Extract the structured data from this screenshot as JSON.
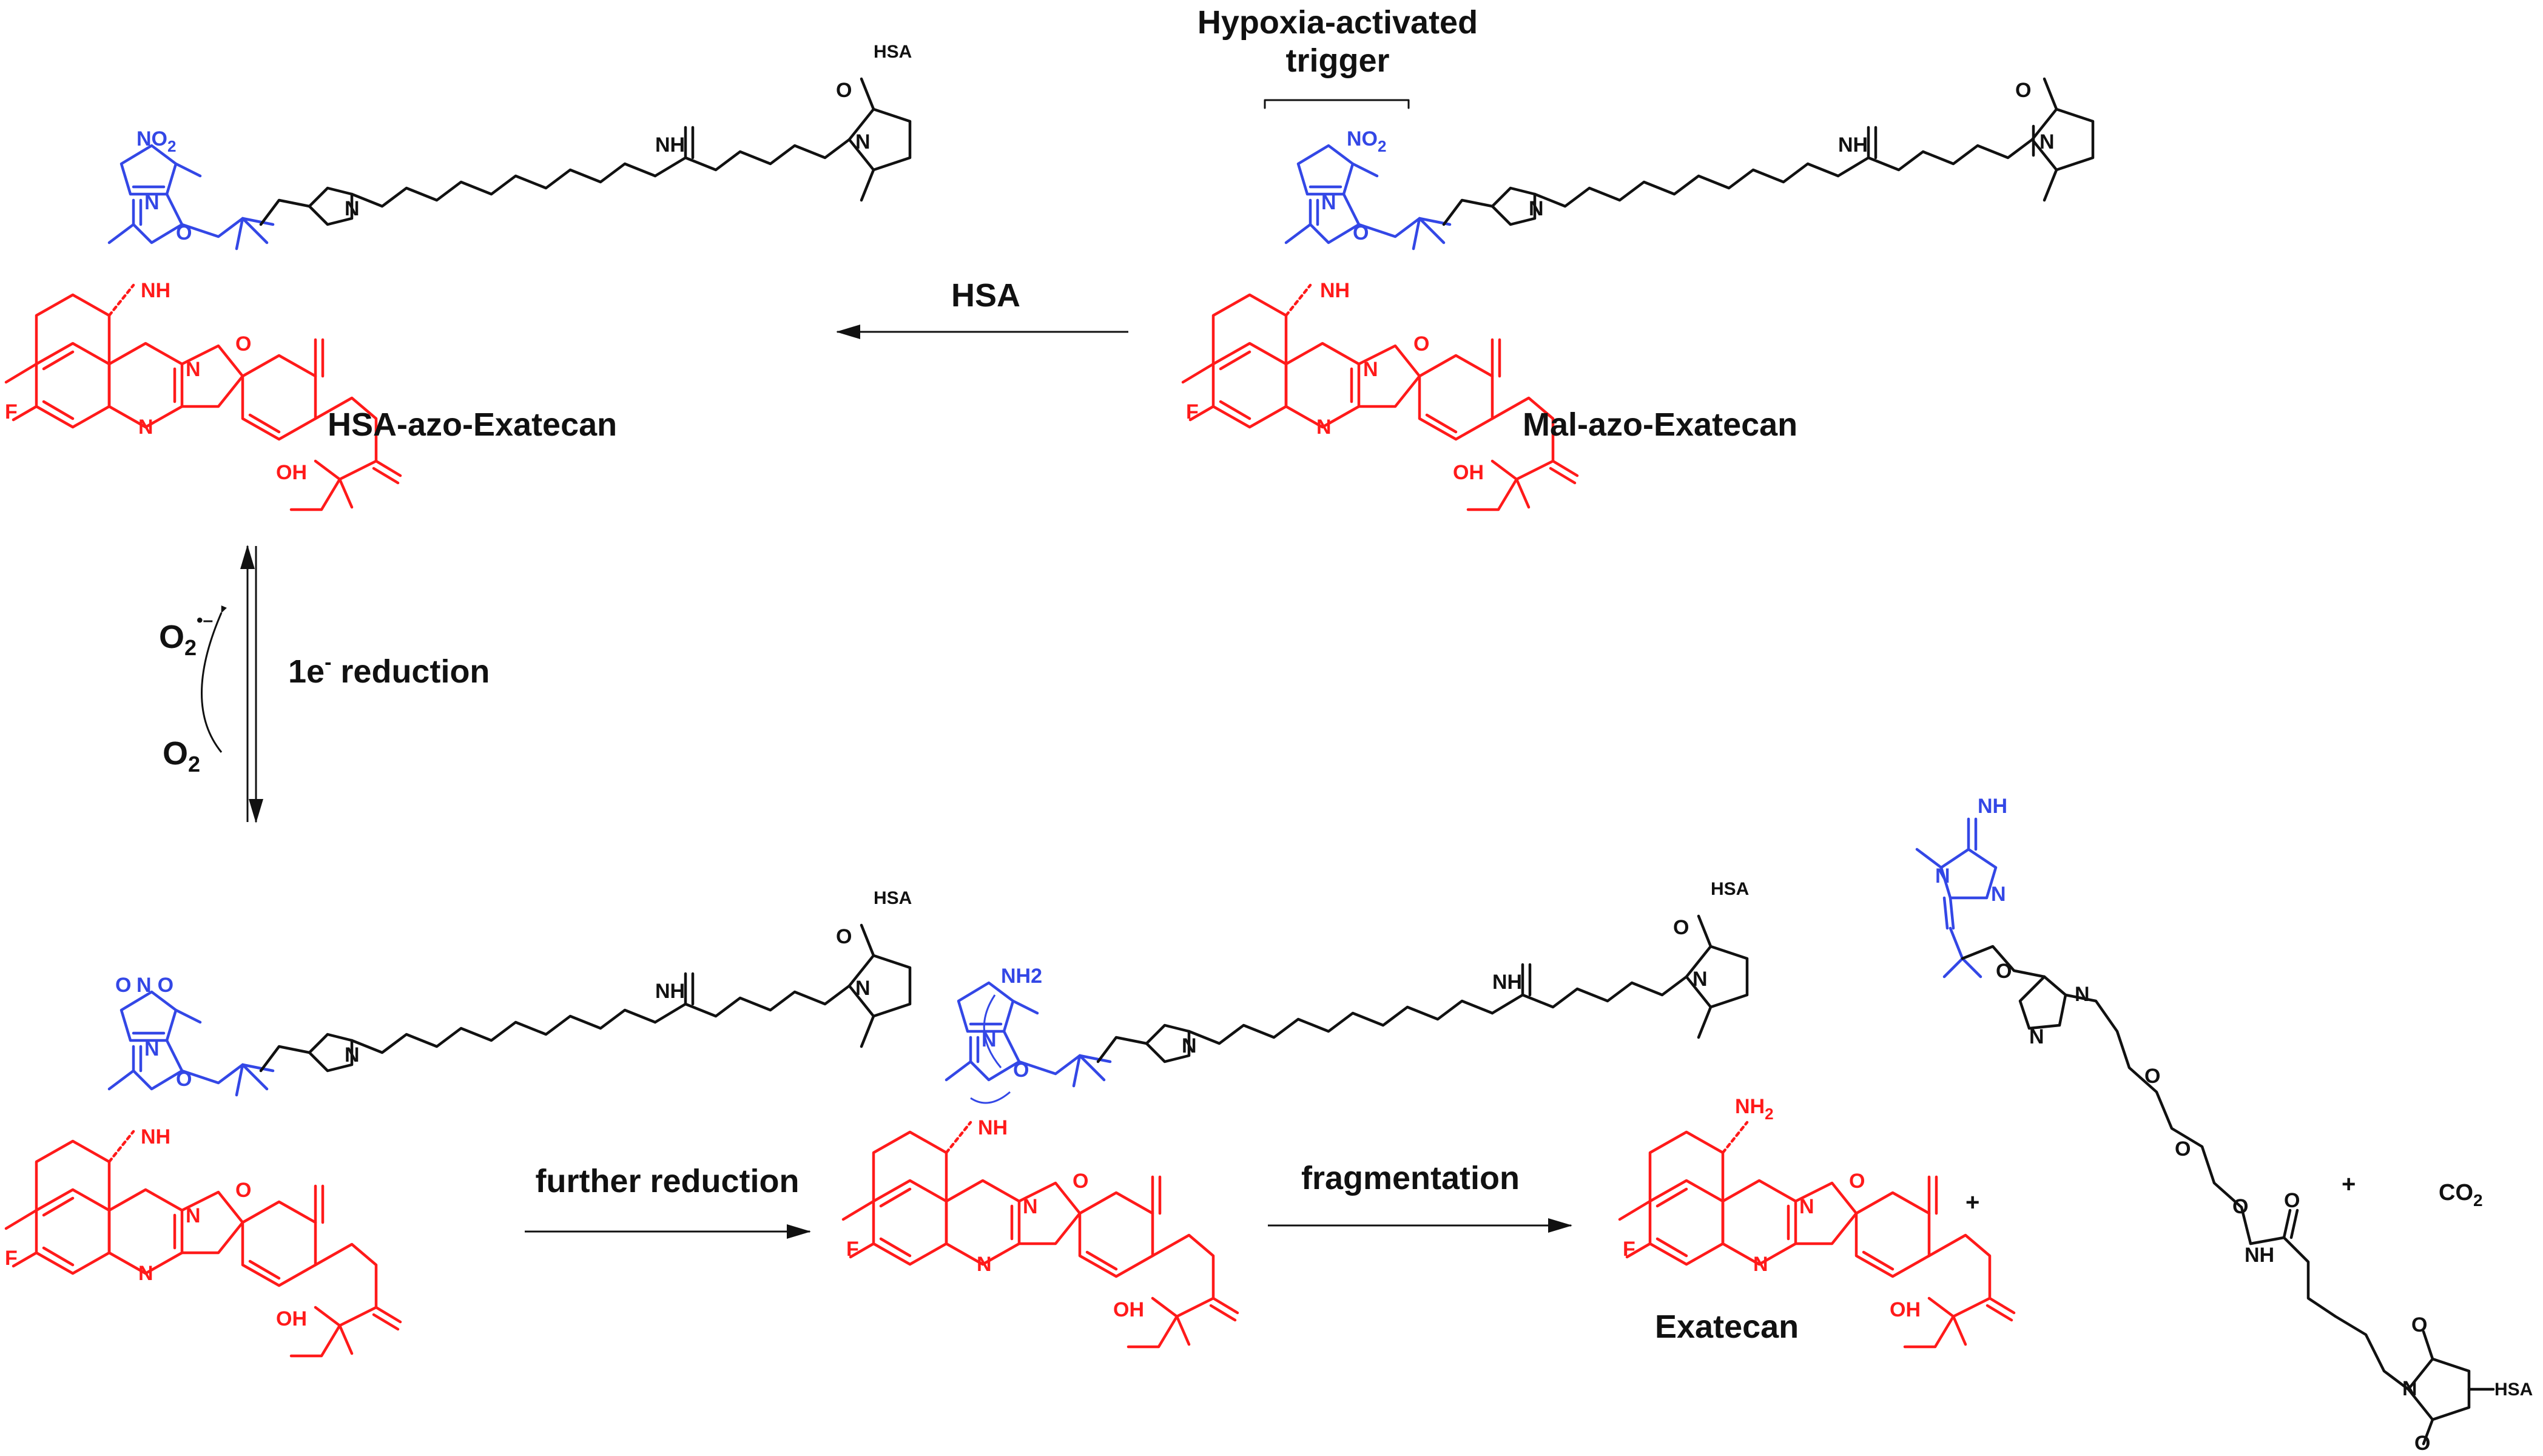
{
  "labels": {
    "trigger_line1": "Hypoxia-activated",
    "trigger_line2": "trigger",
    "hsa_arrow": "HSA",
    "hsa_azo": "HSA-azo-Exatecan",
    "mal_azo": "Mal-azo-Exatecan",
    "reduction": "1e",
    "reduction_sup": "-",
    "reduction_rest": " reduction",
    "o2_radical": "O",
    "o2_radical_sub": "2",
    "o2_radical_sup": "•–",
    "o2": "O",
    "o2_sub": "2",
    "further_reduction": "further reduction",
    "fragmentation": "fragmentation",
    "exatecan": "Exatecan",
    "plus": "+",
    "co2": "CO",
    "co2_sub": "2"
  },
  "atoms": {
    "no2": "NO",
    "no2_sub": "2",
    "nitro_radical": "N",
    "nitro_o": "O",
    "nh2_code": "NH2",
    "nh2": "NH",
    "nh2_sub": "2",
    "nh_imine": "NH",
    "n": "N",
    "o": "O",
    "f": "F",
    "oh": "OH",
    "nh": "NH",
    "h": "H",
    "hsa": "HSA"
  },
  "colors": {
    "payload": "#ff1a1a",
    "trigger": "#3347e6",
    "linker": "#111111"
  }
}
